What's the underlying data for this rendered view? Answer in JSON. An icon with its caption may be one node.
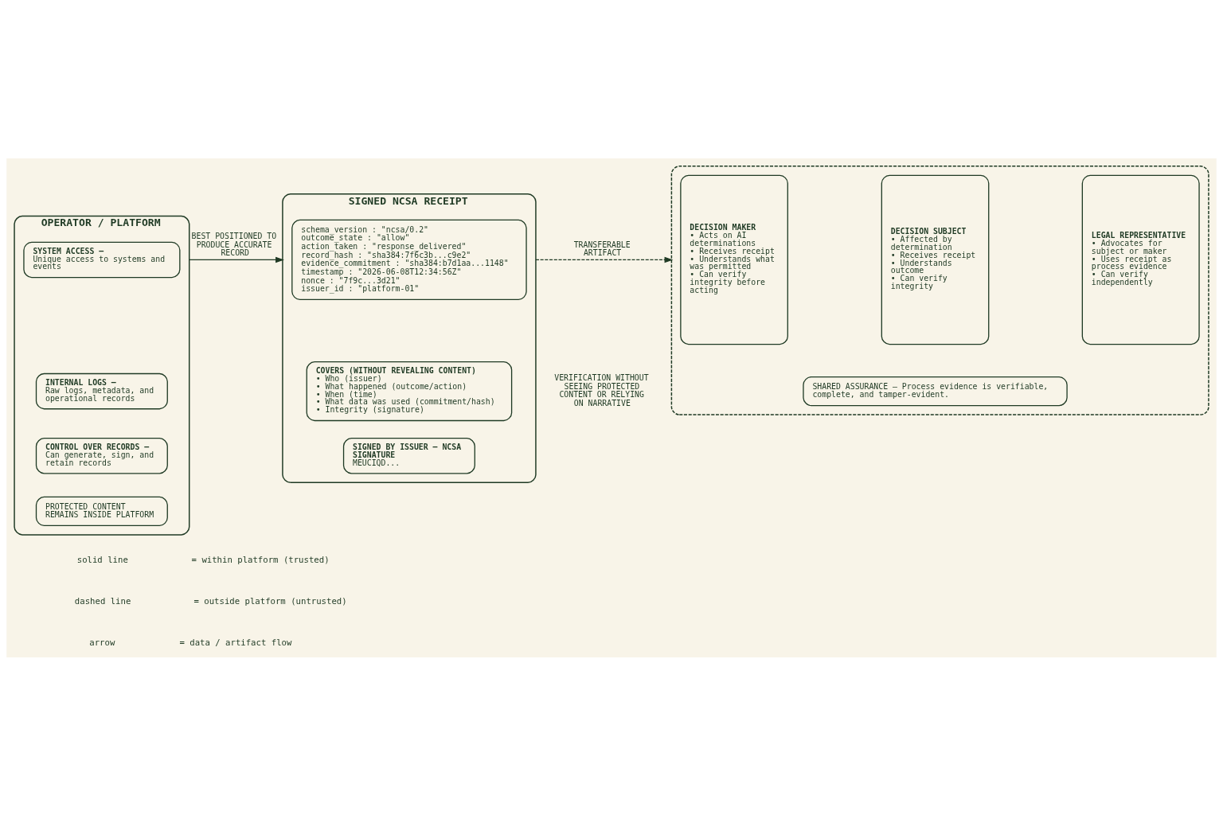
{
  "diagram": {
    "nodes": [
      {
        "text": [
          "OPERATOR / PLATFORM"
        ]
      },
      {
        "text": [
          "SYSTEM ACCESS –",
          "Unique access to systems and events"
        ],
        "in": 0
      },
      {
        "text": [
          "INTERNAL LOGS –",
          "Raw logs, metadata, and operational records"
        ],
        "in": 0
      },
      {
        "text": [
          "CONTROL OVER RECORDS –",
          "Can generate, sign, and retain records"
        ],
        "in": 0
      },
      {
        "text": [
          "PROTECTED CONTENT REMAINS INSIDE PLATFORM"
        ],
        "in": 0
      },
      {
        "text": [
          "SIGNED NCSA RECEIPT"
        ]
      },
      {
        "text": [
          "schema_version : \"ncsa/0.2\"",
          "outcome_state : \"allow\"",
          "action_taken : \"response_delivered\"",
          "record_hash : \"sha384:7f6c3b...c9e2\"",
          "evidence_commitment : \"sha384:b7d1aa...1148\"",
          "timestamp : \"2026-06-08T12:34:56Z\"",
          "nonce : \"7f9c...3d21\"",
          "issuer_id : \"platform-01\""
        ],
        "in": 5
      },
      {
        "text": [
          "COVERS (WITHOUT REVEALING CONTENT)",
          "• Who (issuer)",
          "• What happened (outcome/action)",
          "• When (time)",
          "• What data was used (commitment/hash)",
          "• Integrity (signature)"
        ],
        "in": 5
      },
      {
        "text": [
          "SIGNED BY ISSUER – NCSA SIGNATURE",
          "MEUCIQD..."
        ],
        "in": 5
      },
      {
        "text": [],
        "shape": "box"
      },
      {
        "text": [
          "DECISION MAKER",
          "• Acts on AI determinations",
          "• Receives receipt",
          "• Understands what was permitted",
          "• Can verify integrity before acting"
        ],
        "in": 9
      },
      {
        "text": [
          "DECISION SUBJECT",
          "• Affected by determination",
          "• Receives receipt",
          "• Understands outcome",
          "• Can verify integrity"
        ],
        "in": 9
      },
      {
        "text": [
          "LEGAL REPRESENTATIVE",
          "• Advocates for subject or maker",
          "• Uses receipt as process evidence",
          "• Can verify independently"
        ],
        "in": 9
      },
      {
        "text": [
          "SHARED ASSURANCE – Process evidence is verifiable, complete, and tamper-evident."
        ],
        "in": 9
      }
    ],
    "edges": [
      {
        "from": 0,
        "to": 5,
        "arrow": "to",
        "label": "BEST POSITIONED TO PRODUCE ACCURATE RECORD"
      },
      {
        "from": 5,
        "to": 9,
        "arrow": "to",
        "label": "TRANSFERABLE ARTIFACT",
        "style": "dashed"
      }
    ],
    "labels": [
      "VERIFICATION WITHOUT SEEING PROTECTED CONTENT OR RELYING ON NARRATIVE",
      "solid line",
      "= within platform (trusted)",
      "dashed line",
      "= outside platform (untrusted)",
      "arrow",
      "= data / artifact flow"
    ]
  }
}
